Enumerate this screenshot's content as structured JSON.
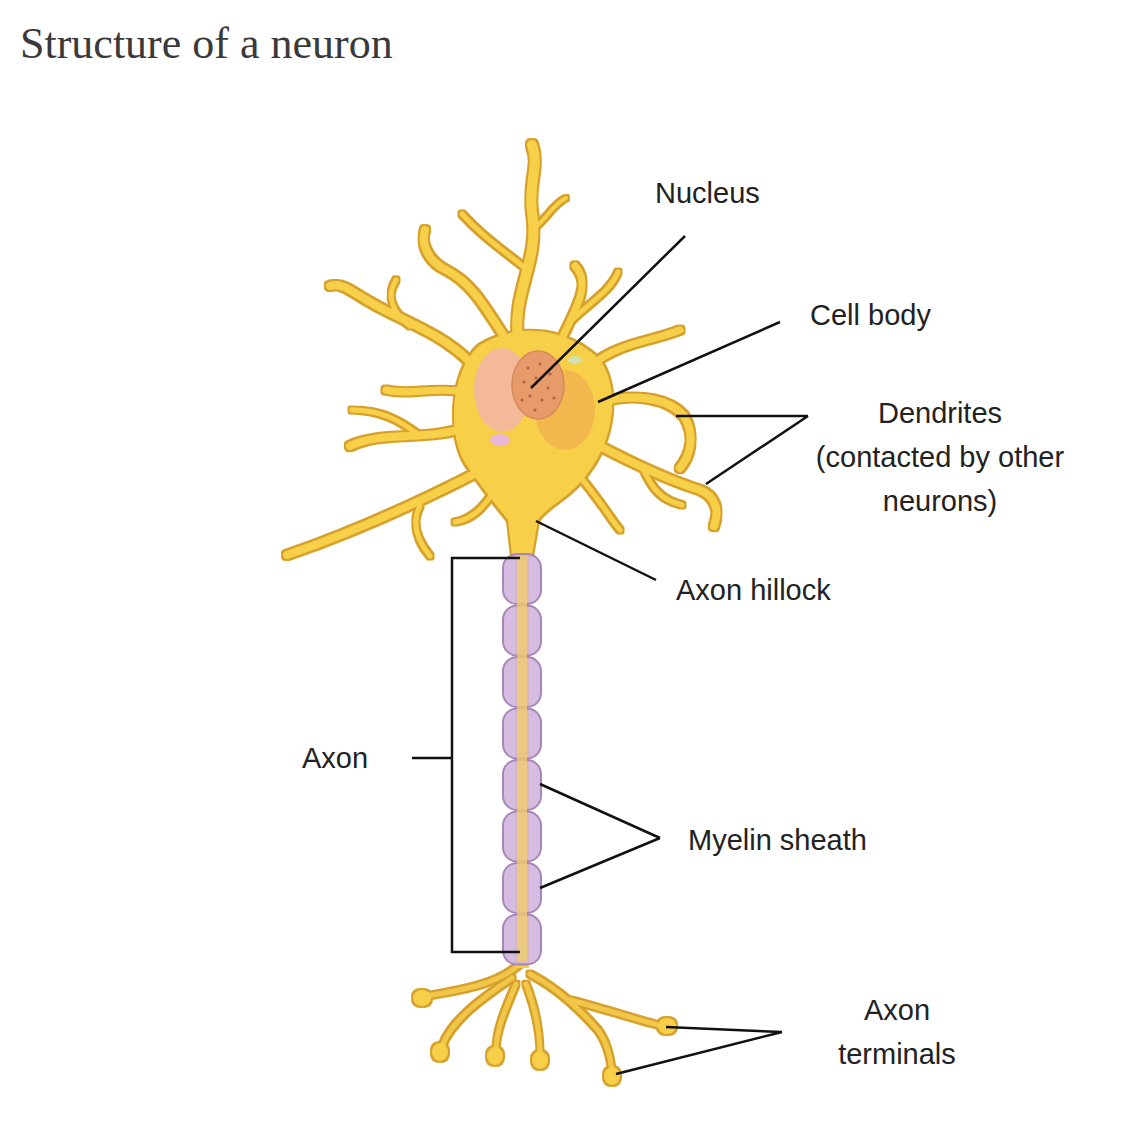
{
  "diagram": {
    "title": "Structure of a neuron",
    "labels": [
      "Nucleus",
      "Cell body",
      "Dendrites (contacted by other neurons)",
      "Axon hillock",
      "Axon",
      "Myelin sheath",
      "Axon terminals"
    ]
  }
}
